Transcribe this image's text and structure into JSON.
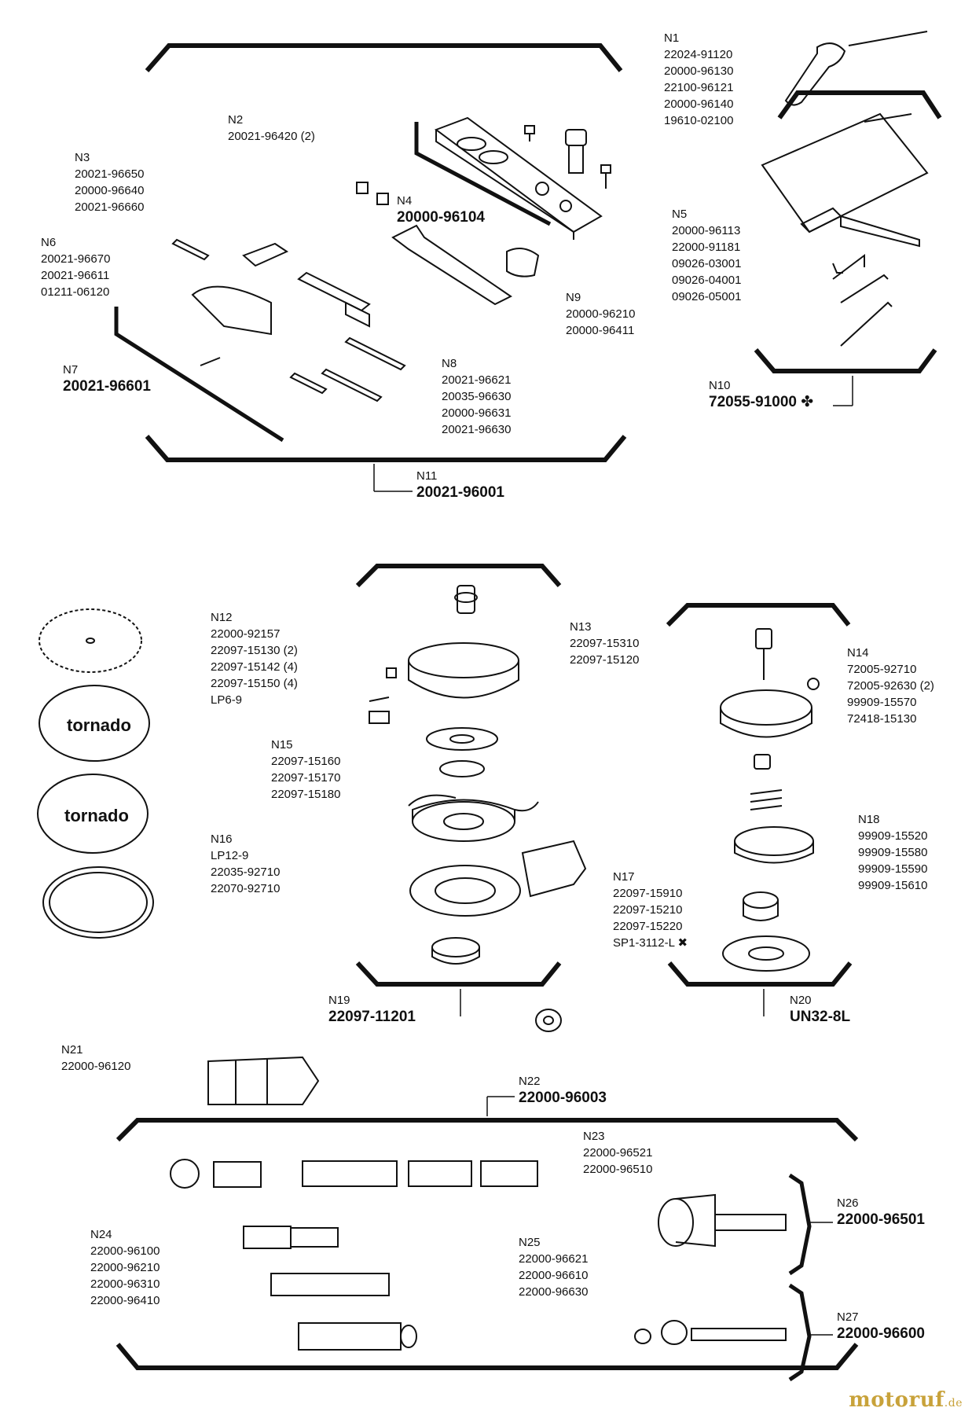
{
  "groups": [
    {
      "id": "N1",
      "parts": [
        "22024-91120",
        "20000-96130",
        "22100-96121",
        "20000-96140",
        "19610-02100"
      ]
    },
    {
      "id": "N2",
      "parts": [
        "20021-96420 (2)"
      ]
    },
    {
      "id": "N3",
      "parts": [
        "20021-96650",
        "20000-96640",
        "20021-96660"
      ]
    },
    {
      "id": "N4",
      "parts": [
        "20000-96104"
      ]
    },
    {
      "id": "N5",
      "parts": [
        "20000-96113",
        "22000-91181",
        "09026-03001",
        "09026-04001",
        "09026-05001"
      ]
    },
    {
      "id": "N6",
      "parts": [
        "20021-96670",
        "20021-96611",
        "01211-06120"
      ]
    },
    {
      "id": "N7",
      "parts": [
        "20021-96601"
      ]
    },
    {
      "id": "N8",
      "parts": [
        "20021-96621",
        "20035-96630",
        "20000-96631",
        "20021-96630"
      ]
    },
    {
      "id": "N9",
      "parts": [
        "20000-96210",
        "20000-96411"
      ]
    },
    {
      "id": "N10",
      "parts": [
        "72055-91000 ✤"
      ]
    },
    {
      "id": "N11",
      "parts": [
        "20021-96001"
      ]
    },
    {
      "id": "N12",
      "parts": [
        "22000-92157",
        "22097-15130 (2)",
        "22097-15142 (4)",
        "22097-15150 (4)",
        "LP6-9"
      ]
    },
    {
      "id": "N13",
      "parts": [
        "22097-15310",
        "22097-15120"
      ]
    },
    {
      "id": "N14",
      "parts": [
        "72005-92710",
        "72005-92630 (2)",
        "99909-15570",
        "72418-15130"
      ]
    },
    {
      "id": "N15",
      "parts": [
        "22097-15160",
        "22097-15170",
        "22097-15180"
      ]
    },
    {
      "id": "N16",
      "parts": [
        "LP12-9",
        "22035-92710",
        "22070-92710"
      ]
    },
    {
      "id": "N17",
      "parts": [
        "22097-15910",
        "22097-15210",
        "22097-15220",
        "SP1-3112-L ✖"
      ]
    },
    {
      "id": "N18",
      "parts": [
        "99909-15520",
        "99909-15580",
        "99909-15590",
        "99909-15610"
      ]
    },
    {
      "id": "N19",
      "parts": [
        "22097-11201"
      ]
    },
    {
      "id": "N20",
      "parts": [
        "UN32-8L"
      ]
    },
    {
      "id": "N21",
      "parts": [
        "22000-96120"
      ]
    },
    {
      "id": "N22",
      "parts": [
        "22000-96003"
      ]
    },
    {
      "id": "N23",
      "parts": [
        "22000-96521",
        "22000-96510"
      ]
    },
    {
      "id": "N24",
      "parts": [
        "22000-96100",
        "22000-96210",
        "22000-96310",
        "22000-96410"
      ]
    },
    {
      "id": "N25",
      "parts": [
        "22000-96621",
        "22000-96610",
        "22000-96630"
      ]
    },
    {
      "id": "N26",
      "parts": [
        "22000-96501"
      ]
    },
    {
      "id": "N27",
      "parts": [
        "22000-96600"
      ]
    }
  ],
  "watermark": {
    "brand": "motoruf",
    "tld": ".de"
  }
}
